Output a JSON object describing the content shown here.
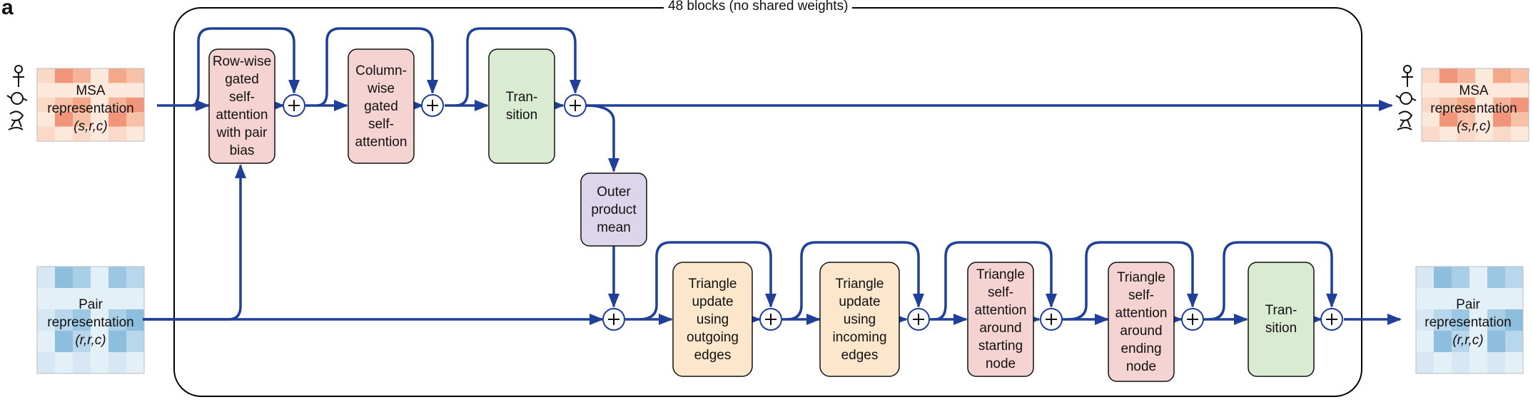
{
  "panel_label": "a",
  "block_title": "48 blocks (no shared weights)",
  "inputs": {
    "msa": {
      "name": "MSA representation",
      "dims": "(s,r,c)"
    },
    "pair": {
      "name": "Pair representation",
      "dims": "(r,r,c)"
    }
  },
  "outputs": {
    "msa": {
      "name": "MSA representation",
      "dims": "(s,r,c)"
    },
    "pair": {
      "name": "Pair representation",
      "dims": "(r,r,c)"
    }
  },
  "msa_track": [
    {
      "id": "row-attention",
      "label": "Row-wise gated self-attention with pair bias",
      "color": "#f6d3d3"
    },
    {
      "id": "column-attention",
      "label": "Column-wise gated self-attention",
      "color": "#f6d3d3"
    },
    {
      "id": "msa-transition",
      "label": "Transition",
      "color": "#d9ecd2"
    }
  ],
  "outer_product": {
    "label": "Outer product mean",
    "color": "#ddd5eb"
  },
  "pair_track": [
    {
      "id": "tri-update-outgoing",
      "label": "Triangle update using outgoing edges",
      "color": "#fde7cc"
    },
    {
      "id": "tri-update-incoming",
      "label": "Triangle update using incoming edges",
      "color": "#fde7cc"
    },
    {
      "id": "tri-attn-starting",
      "label": "Triangle self-attention around starting node",
      "color": "#f6d3d3"
    },
    {
      "id": "tri-attn-ending",
      "label": "Triangle self-attention around ending node",
      "color": "#f6d3d3"
    },
    {
      "id": "pair-transition",
      "label": "Transition",
      "color": "#d9ecd2"
    }
  ],
  "colors": {
    "arrow": "#1f3f99",
    "frame": "#000000",
    "msa_grid": "#f2a58c",
    "pair_grid": "#9cc7e2"
  }
}
